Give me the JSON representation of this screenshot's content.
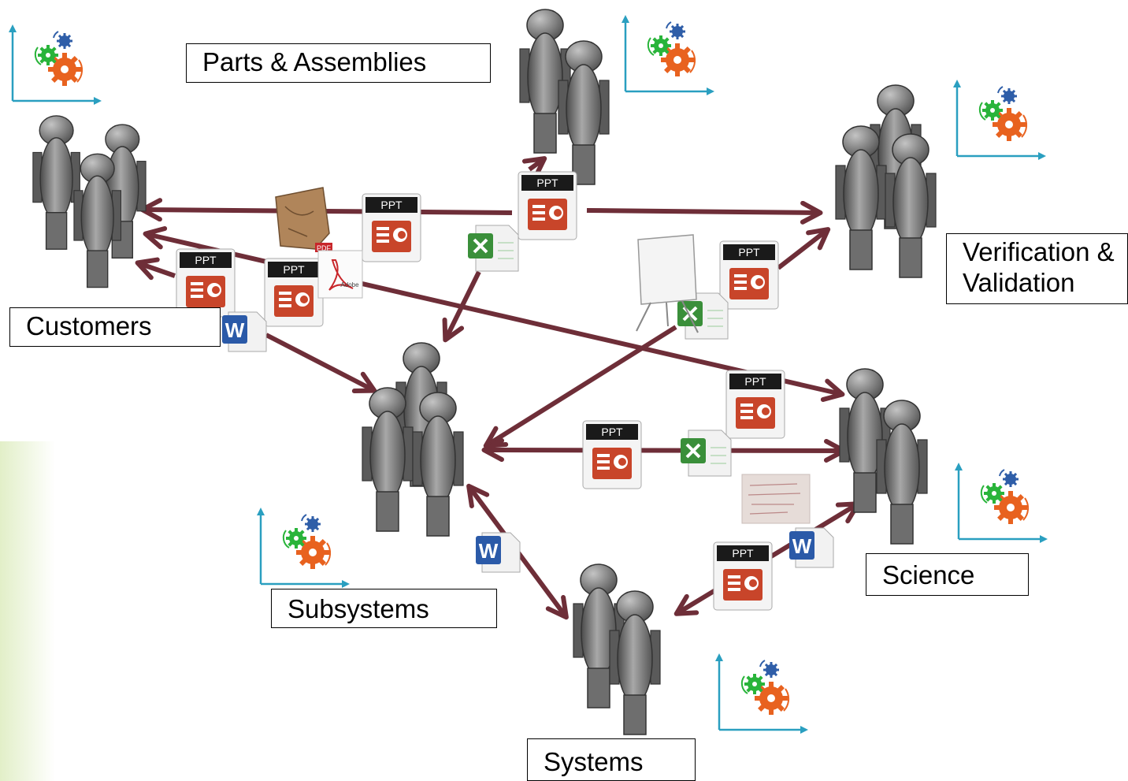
{
  "labels": {
    "parts": "Parts & Assemblies",
    "customers": "Customers",
    "verification": [
      "Verification &",
      "Validation"
    ],
    "subsystems": "Subsystems",
    "science": "Science",
    "systems": "Systems"
  },
  "doc_icons": {
    "ppt": "PPT",
    "pdf_top": "PDF",
    "pdf_brand": "Adobe",
    "word": "W"
  },
  "icon_names": [
    "people-group-icon",
    "chart-gears-icon",
    "powerpoint-icon",
    "excel-icon",
    "word-icon",
    "pdf-icon",
    "map-icon",
    "flipchart-icon",
    "handwritten-note-icon"
  ],
  "colors": {
    "arrow": "#6e2e38",
    "person": "#7c7c7c",
    "axis": "#2a9fc0",
    "gear_orange": "#e8621f",
    "gear_green": "#29b43a",
    "gear_blue": "#2f5ea8",
    "ppt_red": "#c8452a",
    "excel_green": "#3a8f3a",
    "word_blue": "#2b5aa8"
  }
}
